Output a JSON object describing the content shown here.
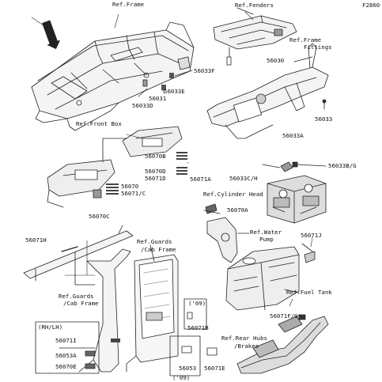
{
  "figure_code": "F2860",
  "labels": {
    "ref_frame": "Ref.Frame",
    "ref_fenders": "Ref.Fenders",
    "ref_frame_fittings_1": "Ref.Frame",
    "ref_frame_fittings_2": "Fittings",
    "front_arrow": "FRONT",
    "p56033F": "56033F",
    "p56033E": "56033E",
    "p56031": "56031",
    "p56033D": "56033D",
    "p56030": "56030",
    "p56033": "56033",
    "p56033A": "56033A",
    "ref_front_box": "Ref.Front Box",
    "p56070B": "56070B",
    "p56070D": "56070D",
    "p56071D": "56071D",
    "p56071A": "56071A",
    "p56070": "56070",
    "p56071C": "56071/C",
    "p56070C": "56070C",
    "p56033CH": "56033C/H",
    "p56033BG": "56033B/G",
    "ref_cylinder_head": "Ref.Cylinder Head",
    "p56070A": "56070A",
    "ref_water_pump_1": "Ref.Water",
    "ref_water_pump_2": "Pump",
    "p56071H": "56071H",
    "ref_guards_cab_1": "Ref.Guards",
    "ref_guards_cab_2": "/Cab Frame",
    "p56071J": "56071J",
    "ref_guards_cab_b1": "Ref.Guards",
    "ref_guards_cab_b2": "/Cab Frame",
    "ref_fuel_tank": "Ref.Fuel Tank",
    "year09_a": "('09)",
    "p56071B": "56071B",
    "p56071FG": "56071F/G",
    "rh_lh": "(RH/LH)",
    "p56071I": "56071I",
    "ref_rear_hubs_1": "Ref.Rear Hubs",
    "ref_rear_hubs_2": "/Brakes",
    "p56053A": "56053A",
    "p56070E": "56070E",
    "p56053": "56053",
    "p56071E": "56071E",
    "year09_b": "('09)"
  }
}
